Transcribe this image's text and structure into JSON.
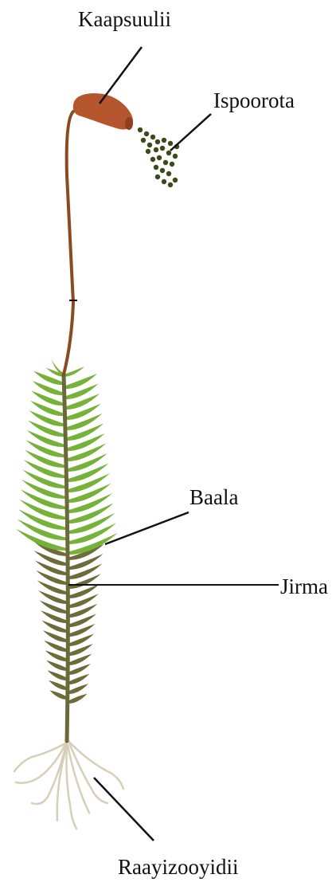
{
  "diagram": {
    "labels": {
      "capsule": "Kaapsuulii",
      "spores": "Ispoorota",
      "leaf": "Baala",
      "stem": "Jirma",
      "rhizoids": "Raayizooyidii"
    },
    "colors": {
      "capsule": "#b5562f",
      "seta": "#8a4a24",
      "spores": "#3a4a1c",
      "leaf_upper": "#76b239",
      "leaf_lower": "#6d6b3a",
      "stem": "#6b6a3a",
      "rhizoid": "#d8cfb8",
      "leader_line": "#111111"
    }
  }
}
